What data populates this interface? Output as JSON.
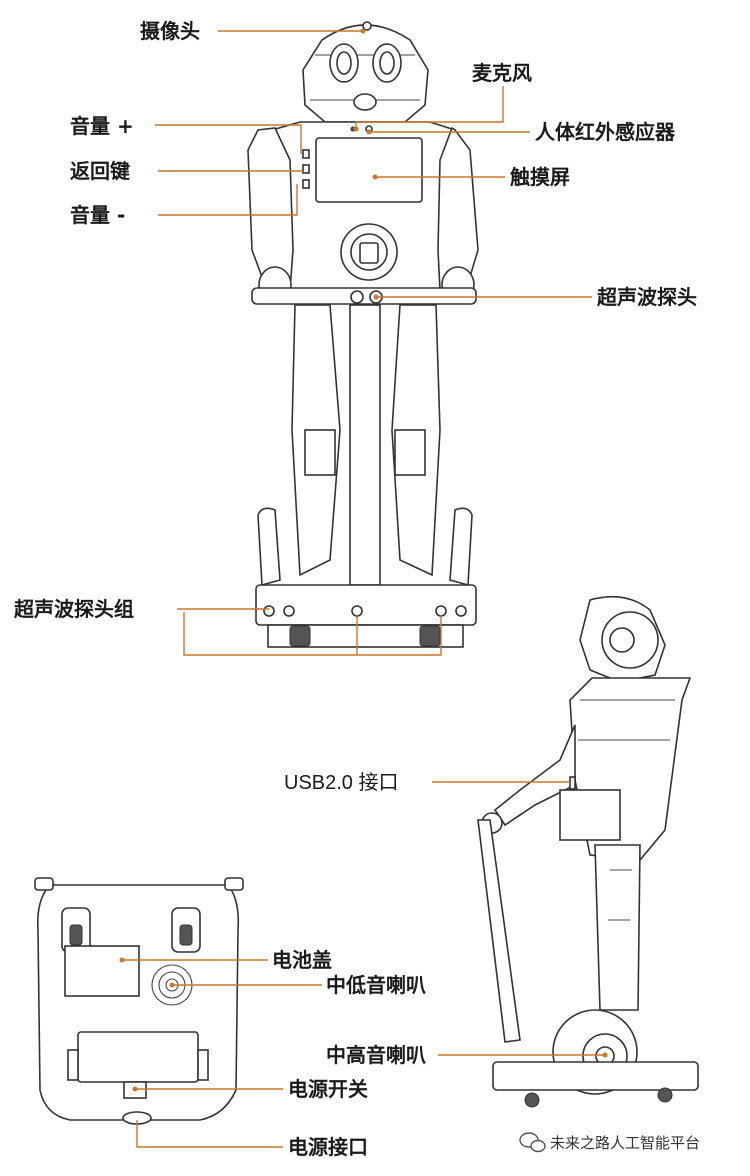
{
  "labels": {
    "camera": "摄像头",
    "microphone": "麦克风",
    "pir_sensor": "人体红外感应器",
    "volume_up": "音量 +",
    "back_key": "返回键",
    "volume_down": "音量 -",
    "touchscreen": "触摸屏",
    "ultrasonic_probe": "超声波探头",
    "ultrasonic_group": "超声波探头组",
    "usb_port": "USB2.0 接口",
    "battery_cover": "电池盖",
    "mid_low_speaker": "中低音喇叭",
    "mid_high_speaker": "中高音喇叭",
    "power_switch": "电源开关",
    "power_port": "电源接口"
  },
  "watermark": "未来之路人工智能平台",
  "colors": {
    "leader_line": "#c9772b",
    "outline": "#333333",
    "text": "#1a1a1a"
  }
}
